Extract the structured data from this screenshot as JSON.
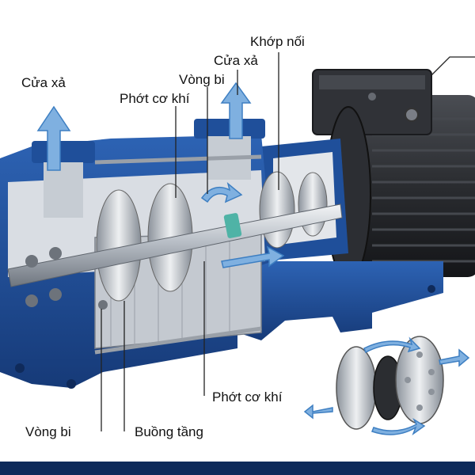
{
  "labels": {
    "cua_xa_left": "Cửa xả",
    "cua_xa_right": "Cửa xả",
    "khop_noi": "Khớp nối",
    "vong_bi_top": "Vòng bi",
    "phot_co_khi_top": "Phớt cơ khí",
    "phot_co_khi_bottom": "Phớt cơ khí",
    "vong_bi_bottom": "Vòng bi",
    "buong_tang": "Buồng tầng"
  },
  "colors": {
    "casing_blue": "#1f4f9a",
    "casing_dark_blue": "#163a78",
    "cutaway_gray": "#d9dde3",
    "steel": "#b8bec6",
    "motor_black": "#26282c",
    "flow_arrow": "#7fb0e0",
    "leader_line": "#222222",
    "footer": "#0d2a5a"
  }
}
